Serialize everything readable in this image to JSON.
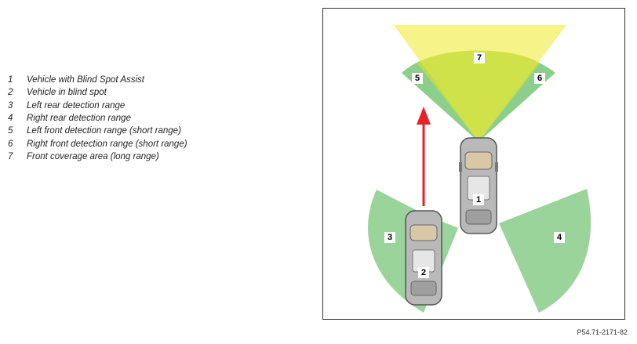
{
  "legend": [
    {
      "num": "1",
      "text": "Vehicle with Blind Spot Assist"
    },
    {
      "num": "2",
      "text": "Vehicle in blind spot"
    },
    {
      "num": "3",
      "text": "Left rear detection range"
    },
    {
      "num": "4",
      "text": "Right rear detection range"
    },
    {
      "num": "5",
      "text": "Left front detection range (short range)"
    },
    {
      "num": "6",
      "text": "Right front detection range (short range)"
    },
    {
      "num": "7",
      "text": "Front coverage area (long range)"
    }
  ],
  "diagram": {
    "labels": {
      "vehicle1": "1",
      "vehicle2": "2",
      "zone3": "3",
      "zone4": "4",
      "zone5": "5",
      "zone6": "6",
      "zone7": "7"
    }
  },
  "reference_code": "P54.71-2171-82",
  "colors": {
    "detection_green": "#8fcf8f",
    "long_range_yellow": "#f4f06a",
    "arrow_red": "#e8202a",
    "car_body": "#b9b9b9"
  }
}
